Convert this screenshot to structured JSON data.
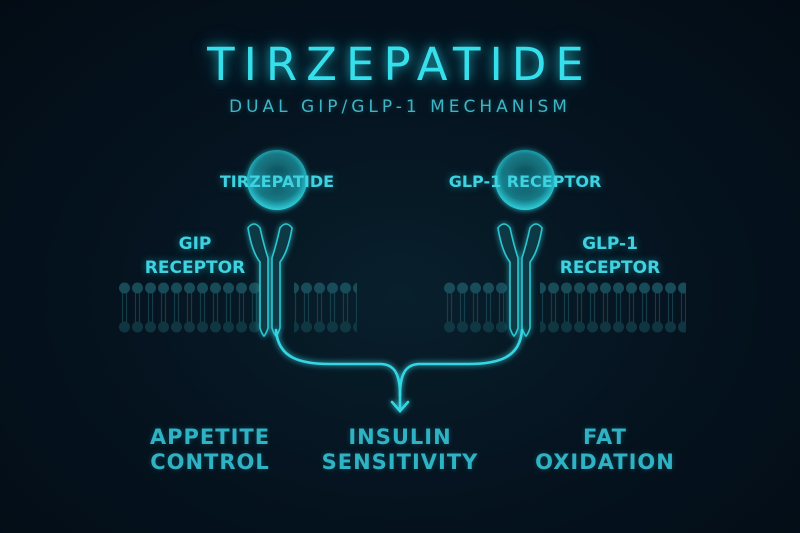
{
  "header": {
    "title": "TIRZEPATIDE",
    "subtitle": "DUAL GIP/GLP-1 MECHANISM"
  },
  "ligands": [
    {
      "label": "TIRZEPATIDE",
      "icon": "sphere-icon"
    },
    {
      "label": "GLP-1 RECEPTOR",
      "icon": "sphere-icon"
    }
  ],
  "receptors": [
    {
      "line1": "GIP",
      "line2": "RECEPTOR",
      "icon": "y-receptor-icon"
    },
    {
      "line1": "GLP-1",
      "line2": "RECEPTOR",
      "icon": "y-receptor-icon"
    }
  ],
  "outcomes": [
    {
      "line1": "APPETITE",
      "line2": "CONTROL"
    },
    {
      "line1": "INSULIN",
      "line2": "SENSITIVITY"
    },
    {
      "line1": "FAT",
      "line2": "OXIDATION"
    }
  ],
  "colors": {
    "background": "#040e18",
    "accent": "#35e0ec",
    "text_secondary": "#3fb4c4",
    "membrane": "#1d5a63"
  }
}
